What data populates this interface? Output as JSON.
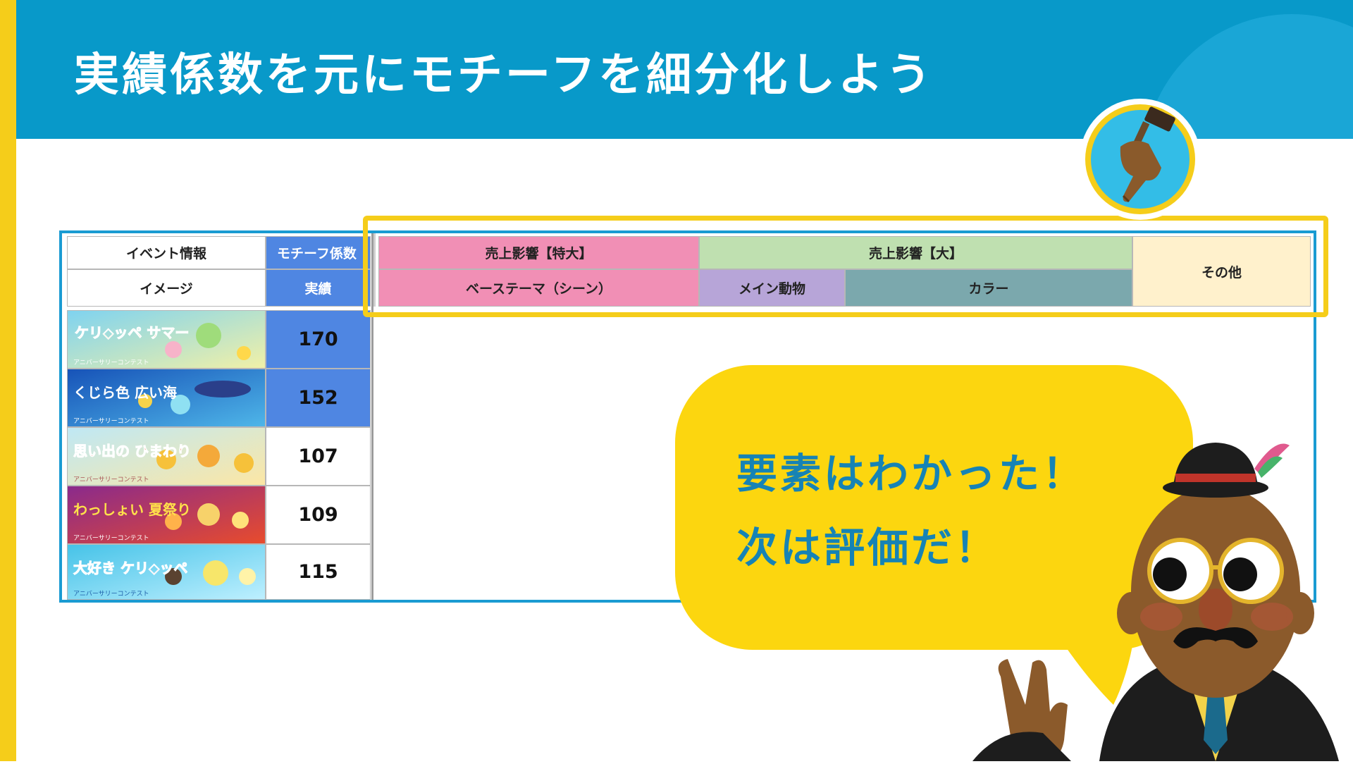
{
  "header": {
    "title": "実績係数を元にモチーフを細分化しよう"
  },
  "table": {
    "left_headers": {
      "event_info": "イベント情報",
      "motif_coefficient": "モチーフ係数",
      "image": "イメージ",
      "performance": "実績"
    },
    "group_headers": {
      "sales_impact_xl": "売上影響【特大】",
      "sales_impact_l": "売上影響【大】",
      "other": "その他"
    },
    "sub_headers": {
      "base_theme": "ベーステーマ（シーン）",
      "main_animal": "メイン動物",
      "color": "カラー"
    },
    "rows": [
      {
        "banner": "ケリ◇ッペ サマー",
        "banner_sub": "アニバーサリーコンテスト",
        "value": "170"
      },
      {
        "banner": "くじら色 広い海",
        "banner_sub": "アニバーサリーコンテスト",
        "value": "152"
      },
      {
        "banner": "思い出の ひまわり",
        "banner_sub": "アニバーサリーコンテスト",
        "value": "107"
      },
      {
        "banner": "わっしょい 夏祭り",
        "banner_sub": "アニバーサリーコンテスト",
        "value": "109"
      },
      {
        "banner": "大好き ケリ◇ッペ",
        "banner_sub": "アニバーサリーコンテスト",
        "value": "115"
      }
    ]
  },
  "speech_bubble": {
    "line1": "要素はわかった！",
    "line2": "次は評価だ！"
  },
  "colors": {
    "header_bg": "#0899c9",
    "accent_yellow": "#f5cd1a",
    "table_border": "#1a9bd2",
    "coefficient_blue": "#4f86e2",
    "pink": "#f18fb5",
    "green": "#bfe0b0",
    "purple": "#b7a5d8",
    "teal": "#7ba8ad",
    "cream": "#fff1cc",
    "bubble_text": "#1683b5"
  },
  "icons": [
    "hand-hammer-icon",
    "mascot-character"
  ]
}
